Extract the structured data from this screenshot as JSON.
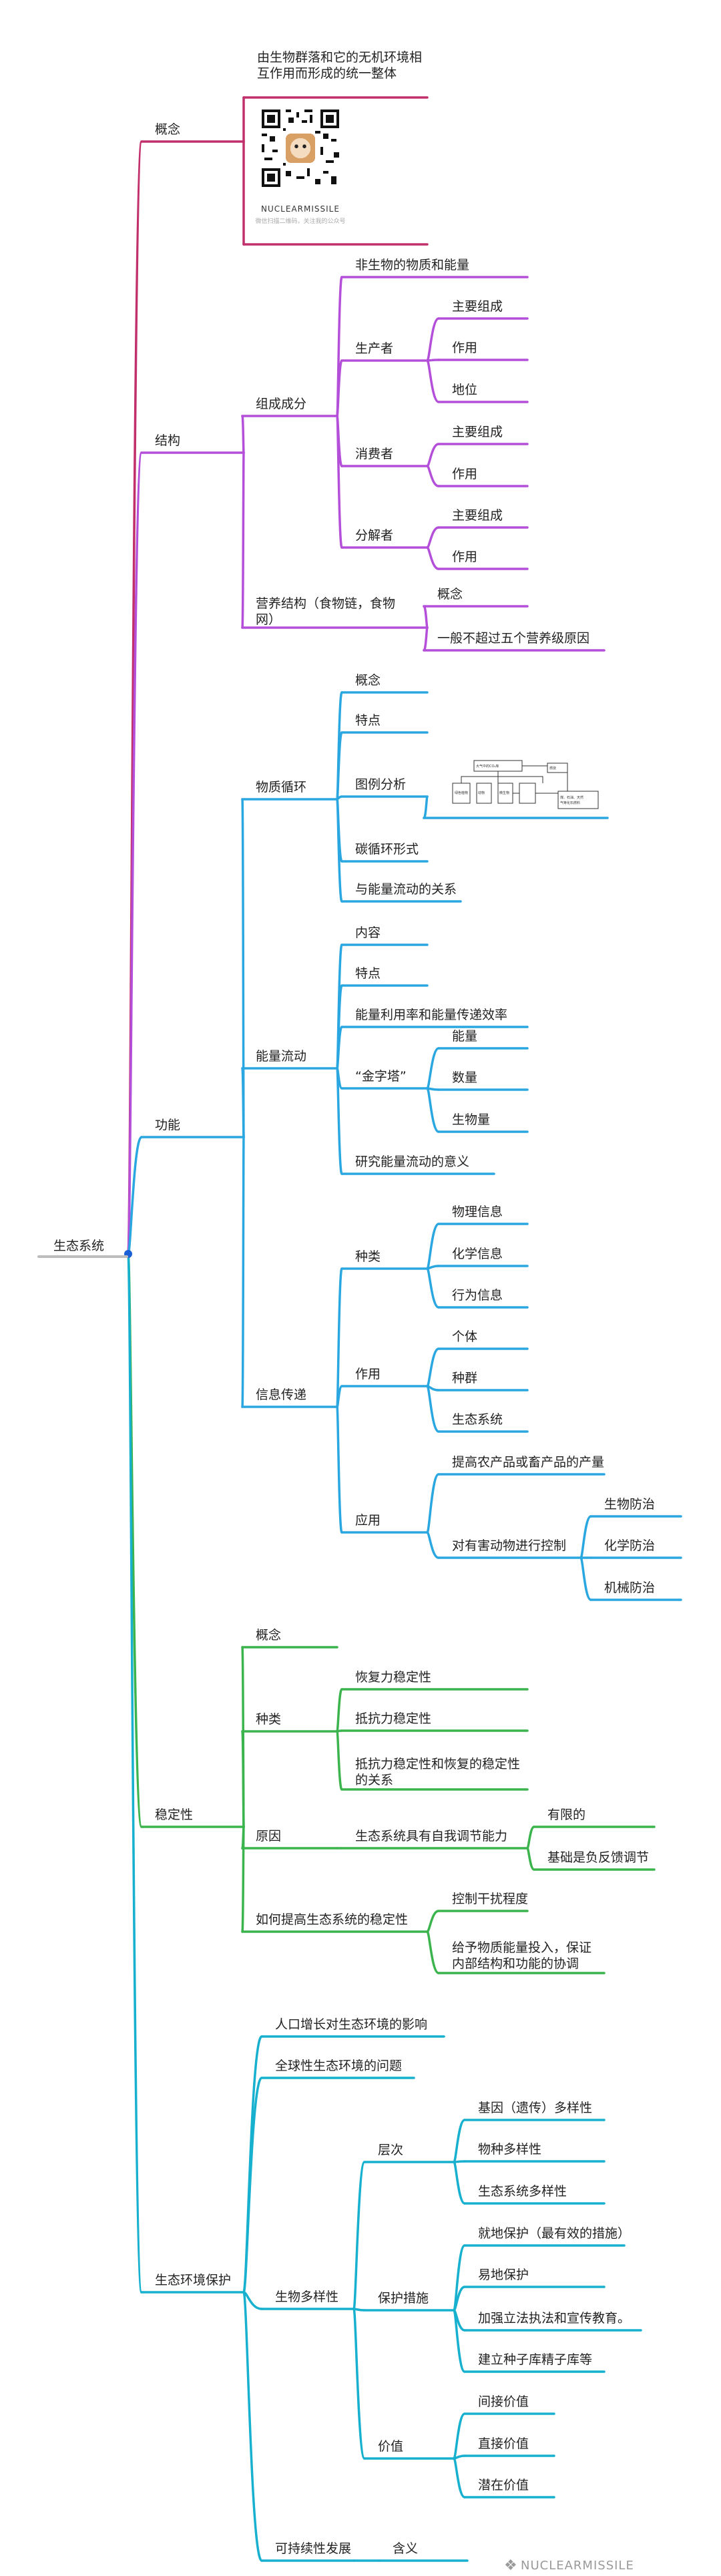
{
  "colors": {
    "c1": "#c1306b",
    "c2": "#b44fd9",
    "c3": "#2aa7e0",
    "c4": "#3cb44e",
    "c5": "#17b0cf",
    "root": "#bdbdbd",
    "dot": "#1a5fd6"
  },
  "root": {
    "label": "生态系统"
  },
  "nodes": [
    {
      "id": "n1",
      "label": "概念",
      "c": "c1"
    },
    {
      "id": "n1a",
      "label": "由生物群落和它的无机环境相互作用而形成的统一整体",
      "c": "c1"
    },
    {
      "id": "n1b",
      "label": "",
      "c": "c1"
    },
    {
      "id": "n2",
      "label": "结构",
      "c": "c2"
    },
    {
      "id": "n2a",
      "label": "组成成分",
      "c": "c2"
    },
    {
      "id": "n2a1",
      "label": "非生物的物质和能量",
      "c": "c2"
    },
    {
      "id": "n2a2",
      "label": "生产者",
      "c": "c2"
    },
    {
      "id": "n2a2a",
      "label": "主要组成",
      "c": "c2"
    },
    {
      "id": "n2a2b",
      "label": "作用",
      "c": "c2"
    },
    {
      "id": "n2a2c",
      "label": "地位",
      "c": "c2"
    },
    {
      "id": "n2a3",
      "label": "消费者",
      "c": "c2"
    },
    {
      "id": "n2a3a",
      "label": "主要组成",
      "c": "c2"
    },
    {
      "id": "n2a3b",
      "label": "作用",
      "c": "c2"
    },
    {
      "id": "n2a4",
      "label": "分解者",
      "c": "c2"
    },
    {
      "id": "n2a4a",
      "label": "主要组成",
      "c": "c2"
    },
    {
      "id": "n2a4b",
      "label": "作用",
      "c": "c2"
    },
    {
      "id": "n2b",
      "label": "营养结构（食物链，食物网）",
      "c": "c2"
    },
    {
      "id": "n2b1",
      "label": "概念",
      "c": "c2"
    },
    {
      "id": "n2b2",
      "label": "一般不超过五个营养级原因",
      "c": "c2"
    },
    {
      "id": "n3",
      "label": "功能",
      "c": "c3"
    },
    {
      "id": "n3a",
      "label": "物质循环",
      "c": "c3"
    },
    {
      "id": "n3a1",
      "label": "概念",
      "c": "c3"
    },
    {
      "id": "n3a2",
      "label": "特点",
      "c": "c3"
    },
    {
      "id": "n3a3",
      "label": "图例分析",
      "c": "c3"
    },
    {
      "id": "n3a3a",
      "label": "",
      "c": "c3"
    },
    {
      "id": "n3a4",
      "label": "碳循环形式",
      "c": "c3"
    },
    {
      "id": "n3a5",
      "label": "与能量流动的关系",
      "c": "c3"
    },
    {
      "id": "n3b",
      "label": "能量流动",
      "c": "c3"
    },
    {
      "id": "n3b1",
      "label": "内容",
      "c": "c3"
    },
    {
      "id": "n3b2",
      "label": "特点",
      "c": "c3"
    },
    {
      "id": "n3b3",
      "label": "能量利用率和能量传递效率",
      "c": "c3"
    },
    {
      "id": "n3b4",
      "label": "“金字塔”",
      "c": "c3"
    },
    {
      "id": "n3b4a",
      "label": "能量",
      "c": "c3"
    },
    {
      "id": "n3b4b",
      "label": "数量",
      "c": "c3"
    },
    {
      "id": "n3b4c",
      "label": "生物量",
      "c": "c3"
    },
    {
      "id": "n3b5",
      "label": "研究能量流动的意义",
      "c": "c3"
    },
    {
      "id": "n3c",
      "label": "信息传递",
      "c": "c3"
    },
    {
      "id": "n3c1",
      "label": "种类",
      "c": "c3"
    },
    {
      "id": "n3c1a",
      "label": "物理信息",
      "c": "c3"
    },
    {
      "id": "n3c1b",
      "label": "化学信息",
      "c": "c3"
    },
    {
      "id": "n3c1c",
      "label": "行为信息",
      "c": "c3"
    },
    {
      "id": "n3c2",
      "label": "作用",
      "c": "c3"
    },
    {
      "id": "n3c2a",
      "label": "个体",
      "c": "c3"
    },
    {
      "id": "n3c2b",
      "label": "种群",
      "c": "c3"
    },
    {
      "id": "n3c2c",
      "label": "生态系统",
      "c": "c3"
    },
    {
      "id": "n3c3",
      "label": "应用",
      "c": "c3"
    },
    {
      "id": "n3c3a",
      "label": "提高农产品或畜产品的产量",
      "c": "c3"
    },
    {
      "id": "n3c3b",
      "label": "对有害动物进行控制",
      "c": "c3"
    },
    {
      "id": "n3c3b1",
      "label": "生物防治",
      "c": "c3"
    },
    {
      "id": "n3c3b2",
      "label": "化学防治",
      "c": "c3"
    },
    {
      "id": "n3c3b3",
      "label": "机械防治",
      "c": "c3"
    },
    {
      "id": "n4",
      "label": "稳定性",
      "c": "c4"
    },
    {
      "id": "n4a",
      "label": "概念",
      "c": "c4"
    },
    {
      "id": "n4b",
      "label": "种类",
      "c": "c4"
    },
    {
      "id": "n4b1",
      "label": "恢复力稳定性",
      "c": "c4"
    },
    {
      "id": "n4b2",
      "label": "抵抗力稳定性",
      "c": "c4"
    },
    {
      "id": "n4b3",
      "label": "抵抗力稳定性和恢复的稳定性的关系",
      "c": "c4"
    },
    {
      "id": "n4c",
      "label": "原因",
      "c": "c4"
    },
    {
      "id": "n4c1",
      "label": "生态系统具有自我调节能力",
      "c": "c4"
    },
    {
      "id": "n4c1a",
      "label": "有限的",
      "c": "c4"
    },
    {
      "id": "n4c1b",
      "label": "基础是负反馈调节",
      "c": "c4"
    },
    {
      "id": "n4d",
      "label": "如何提高生态系统的稳定性",
      "c": "c4"
    },
    {
      "id": "n4d1",
      "label": "控制干扰程度",
      "c": "c4"
    },
    {
      "id": "n4d2",
      "label": "给予物质能量投入，保证内部结构和功能的协调",
      "c": "c4"
    },
    {
      "id": "n5",
      "label": "生态环境保护",
      "c": "c5"
    },
    {
      "id": "n5a",
      "label": "人口增长对生态环境的影响",
      "c": "c5"
    },
    {
      "id": "n5b",
      "label": "全球性生态环境的问题",
      "c": "c5"
    },
    {
      "id": "n5c",
      "label": "生物多样性",
      "c": "c5"
    },
    {
      "id": "n5c1",
      "label": "层次",
      "c": "c5"
    },
    {
      "id": "n5c1a",
      "label": "基因（遗传）多样性",
      "c": "c5"
    },
    {
      "id": "n5c1b",
      "label": "物种多样性",
      "c": "c5"
    },
    {
      "id": "n5c1c",
      "label": "生态系统多样性",
      "c": "c5"
    },
    {
      "id": "n5c2",
      "label": "保护措施",
      "c": "c5"
    },
    {
      "id": "n5c2a",
      "label": "就地保护（最有效的措施）",
      "c": "c5"
    },
    {
      "id": "n5c2b",
      "label": "易地保护",
      "c": "c5"
    },
    {
      "id": "n5c2c",
      "label": "加强立法执法和宣传教育。",
      "c": "c5"
    },
    {
      "id": "n5c2d",
      "label": "建立种子库精子库等",
      "c": "c5"
    },
    {
      "id": "n5c3",
      "label": "价值",
      "c": "c5"
    },
    {
      "id": "n5c3a",
      "label": "间接价值",
      "c": "c5"
    },
    {
      "id": "n5c3b",
      "label": "直接价值",
      "c": "c5"
    },
    {
      "id": "n5c3c",
      "label": "潜在价值",
      "c": "c5"
    },
    {
      "id": "n5d",
      "label": "可持续性发展",
      "c": "c5"
    },
    {
      "id": "n5d1",
      "label": "含义",
      "c": "c5"
    }
  ],
  "qr": {
    "title": "NUCLEARMISSILE",
    "subtitle": "微信扫描二维码，关注我的公众号"
  },
  "watermark": {
    "text": "NUCLEARMISSILE",
    "icon": "wechat-icon"
  }
}
